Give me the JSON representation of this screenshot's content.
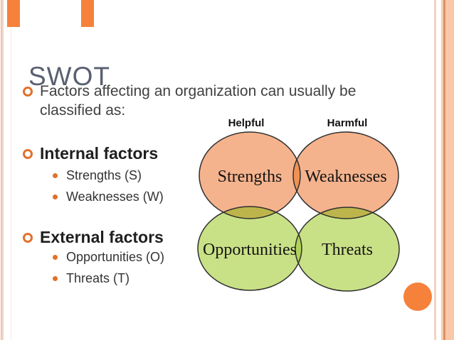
{
  "slide": {
    "title": "SWOT",
    "intro": {
      "line1": "Factors affecting an organization can usually be",
      "line2": "classified as:"
    },
    "internal": {
      "heading": "Internal factors",
      "items": [
        "Strengths (S)",
        "Weaknesses (W)"
      ]
    },
    "external": {
      "heading": "External factors",
      "items": [
        "Opportunities (O)",
        "Threats (T)"
      ]
    }
  },
  "diagram": {
    "col_labels": {
      "left": "Helpful",
      "right": "Harmful"
    },
    "circles": {
      "strengths": {
        "label": "Strengths",
        "fill": "#f5b38d"
      },
      "weaknesses": {
        "label": "Weaknesses",
        "fill": "#f5b38d"
      },
      "opportunities": {
        "label": "Opportunities",
        "fill": "#c9e186"
      },
      "threats": {
        "label": "Threats",
        "fill": "#c9e186"
      }
    },
    "overlaps": {
      "orange_orange": "#ee9255",
      "green_green": "#aed356",
      "orange_green": "#bdb54b"
    },
    "outline_color": "#2f2f2f"
  },
  "theme": {
    "accent_orange": "#f5813b",
    "bullet_orange": "#e2702a",
    "title_color": "#596070"
  }
}
